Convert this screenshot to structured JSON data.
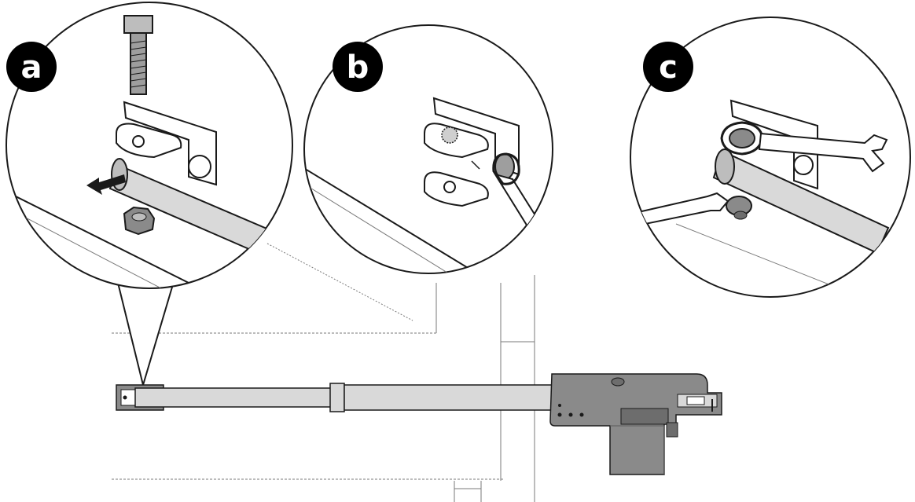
{
  "steps": [
    {
      "label": "a"
    },
    {
      "label": "b"
    },
    {
      "label": "c"
    }
  ],
  "colors": {
    "stroke": "#1a1a1a",
    "arm_fill": "#d9d9d9",
    "motor_fill": "#8a8a8a",
    "motor_dark": "#6d6d6d",
    "badge": "#000000",
    "background": "#ffffff"
  }
}
